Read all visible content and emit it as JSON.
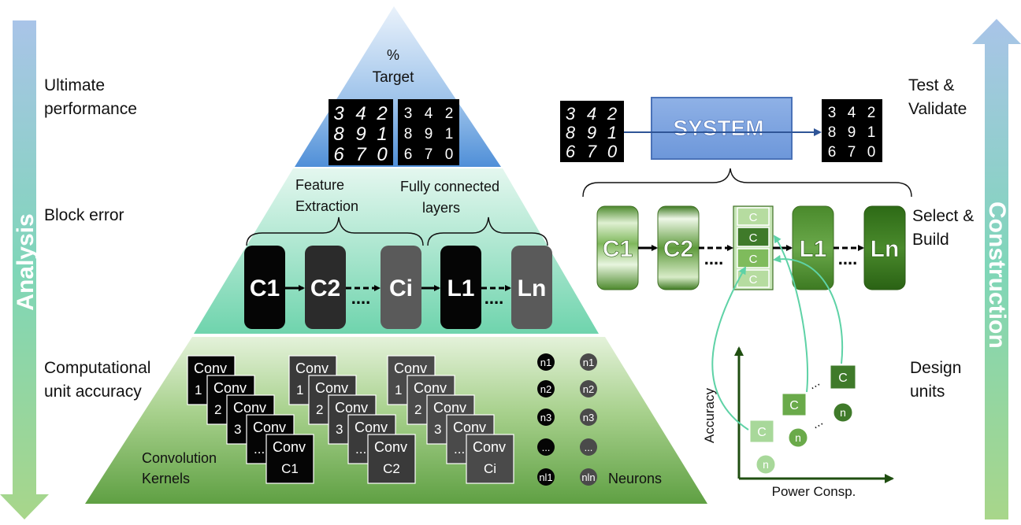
{
  "side_arrows": {
    "left": {
      "label": "Analysis",
      "direction": "down"
    },
    "right": {
      "label": "Construction",
      "direction": "up"
    }
  },
  "left_labels": [
    {
      "line1": "Ultimate",
      "line2": "performance"
    },
    {
      "line1": "Block error",
      "line2": ""
    },
    {
      "line1": "Computational",
      "line2": "unit accuracy"
    }
  ],
  "right_labels": [
    {
      "line1": "Test &",
      "line2": "Validate"
    },
    {
      "line1": "Select &",
      "line2": "Build"
    },
    {
      "line1": "Design",
      "line2": "units"
    }
  ],
  "pyramid": {
    "top": {
      "percent": "%",
      "target": "Target",
      "digits_grid": [
        [
          "3",
          "4",
          "2"
        ],
        [
          "8",
          "9",
          "1"
        ],
        [
          "6",
          "7",
          "0"
        ]
      ]
    },
    "middle": {
      "feature_label_1": "Feature",
      "feature_label_2": "Extraction",
      "fc_label_1": "Fully connected",
      "fc_label_2": "layers",
      "blocks": [
        "C1",
        "C2",
        "Ci",
        "L1",
        "Ln"
      ],
      "dots": "....",
      "colors": {
        "c1": "#050505",
        "c2": "#2b2b2b",
        "ci": "#5a5a5a",
        "l1": "#050505",
        "ln": "#5a5a5a"
      }
    },
    "bottom": {
      "conv_label": "Conv",
      "stack_indices": [
        "1",
        "2",
        "3",
        "..."
      ],
      "stack_ends": [
        "C1",
        "C2",
        "Ci"
      ],
      "kernels_line1": "Convolution",
      "kernels_line2": "Kernels",
      "neuron_col1": [
        "n1",
        "n2",
        "n3",
        "...",
        "nl1"
      ],
      "neuron_col2": [
        "n1",
        "n2",
        "n3",
        "...",
        "nln"
      ],
      "neurons_label": "Neurons"
    }
  },
  "system": {
    "label": "SYSTEM",
    "digits_grid": [
      [
        "3",
        "4",
        "2"
      ],
      [
        "8",
        "9",
        "1"
      ],
      [
        "6",
        "7",
        "0"
      ]
    ],
    "blocks": [
      "C1",
      "C2",
      "L1",
      "Ln"
    ],
    "stack_cells": [
      "C",
      "C",
      "C",
      "C"
    ],
    "dots": "...."
  },
  "tradeoff_plot": {
    "xlabel": "Power Consp.",
    "ylabel": "Accuracy",
    "points": [
      {
        "shape": "square",
        "label": "C",
        "tone": "light"
      },
      {
        "shape": "square",
        "label": "C",
        "tone": "mid"
      },
      {
        "shape": "square",
        "label": "C",
        "tone": "dark"
      },
      {
        "shape": "circle",
        "label": "n",
        "tone": "light"
      },
      {
        "shape": "circle",
        "label": "n",
        "tone": "mid"
      },
      {
        "shape": "circle",
        "label": "n",
        "tone": "dark"
      }
    ],
    "ellipsis": "...",
    "colors": {
      "light": "#a8d89a",
      "mid": "#6aaa4a",
      "dark": "#3f7a2a",
      "link": "#5ed2a6"
    }
  }
}
